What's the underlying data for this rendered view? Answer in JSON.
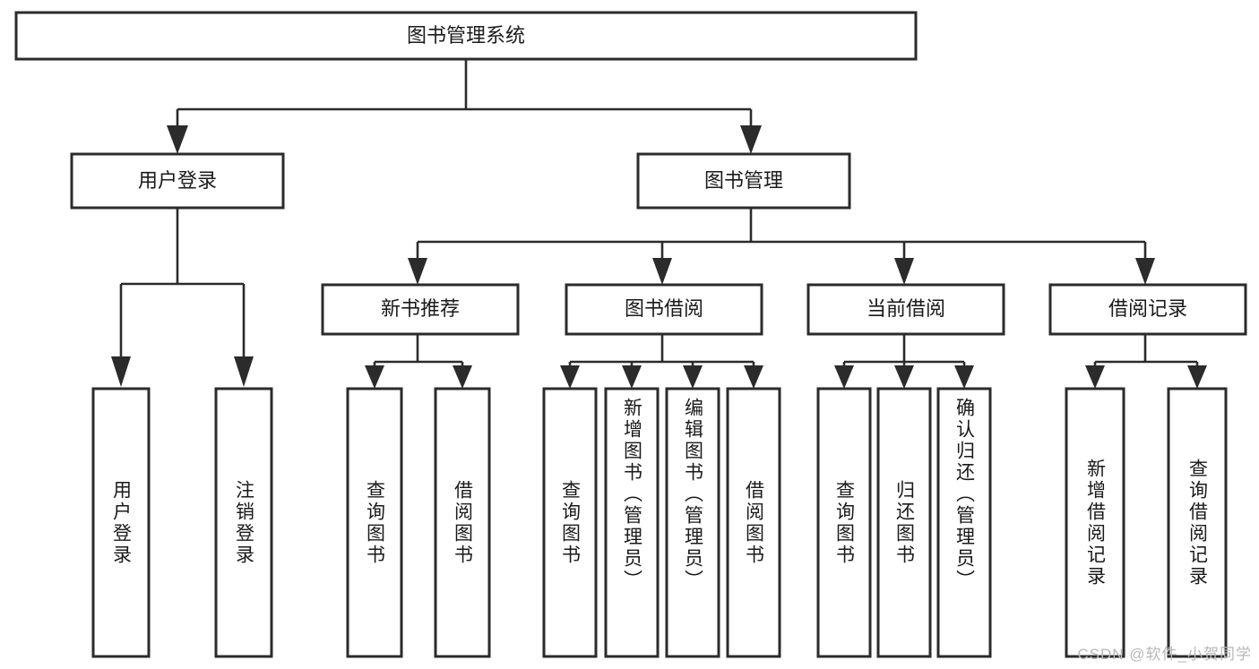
{
  "diagram": {
    "type": "tree-hierarchy",
    "title": "图书管理系统",
    "watermark": "CSDN @软件_小贺同学",
    "colors": {
      "background": "#ffffff",
      "box_stroke": "#2b2b2b",
      "box_fill": "#ffffff",
      "connector": "#2b2b2b",
      "text": "#1a1a1a",
      "watermark": "#b8b8b8"
    },
    "root": {
      "label": "图书管理系统",
      "orientation": "horizontal"
    },
    "level2": [
      {
        "label": "用户登录",
        "orientation": "horizontal"
      },
      {
        "label": "图书管理",
        "orientation": "horizontal"
      }
    ],
    "level3": [
      {
        "label": "新书推荐",
        "orientation": "horizontal",
        "parent": "图书管理"
      },
      {
        "label": "图书借阅",
        "orientation": "horizontal",
        "parent": "图书管理"
      },
      {
        "label": "当前借阅",
        "orientation": "horizontal",
        "parent": "图书管理"
      },
      {
        "label": "借阅记录",
        "orientation": "horizontal",
        "parent": "图书管理"
      }
    ],
    "leaves": [
      {
        "label": "用户登录",
        "parent": "用户登录",
        "orientation": "vertical"
      },
      {
        "label": "注销登录",
        "parent": "用户登录",
        "orientation": "vertical"
      },
      {
        "label": "查询图书",
        "parent": "新书推荐",
        "orientation": "vertical"
      },
      {
        "label": "借阅图书",
        "parent": "新书推荐",
        "orientation": "vertical"
      },
      {
        "label": "查询图书",
        "parent": "图书借阅",
        "orientation": "vertical"
      },
      {
        "label": "新增图书（管理员）",
        "parent": "图书借阅",
        "orientation": "vertical"
      },
      {
        "label": "编辑图书（管理员）",
        "parent": "图书借阅",
        "orientation": "vertical"
      },
      {
        "label": "借阅图书",
        "parent": "图书借阅",
        "orientation": "vertical"
      },
      {
        "label": "查询图书",
        "parent": "当前借阅",
        "orientation": "vertical"
      },
      {
        "label": "归还图书",
        "parent": "当前借阅",
        "orientation": "vertical"
      },
      {
        "label": "确认归还（管理员）",
        "parent": "当前借阅",
        "orientation": "vertical"
      },
      {
        "label": "新增借阅记录",
        "parent": "借阅记录",
        "orientation": "vertical"
      },
      {
        "label": "查询借阅记录",
        "parent": "借阅记录",
        "orientation": "vertical"
      }
    ]
  }
}
